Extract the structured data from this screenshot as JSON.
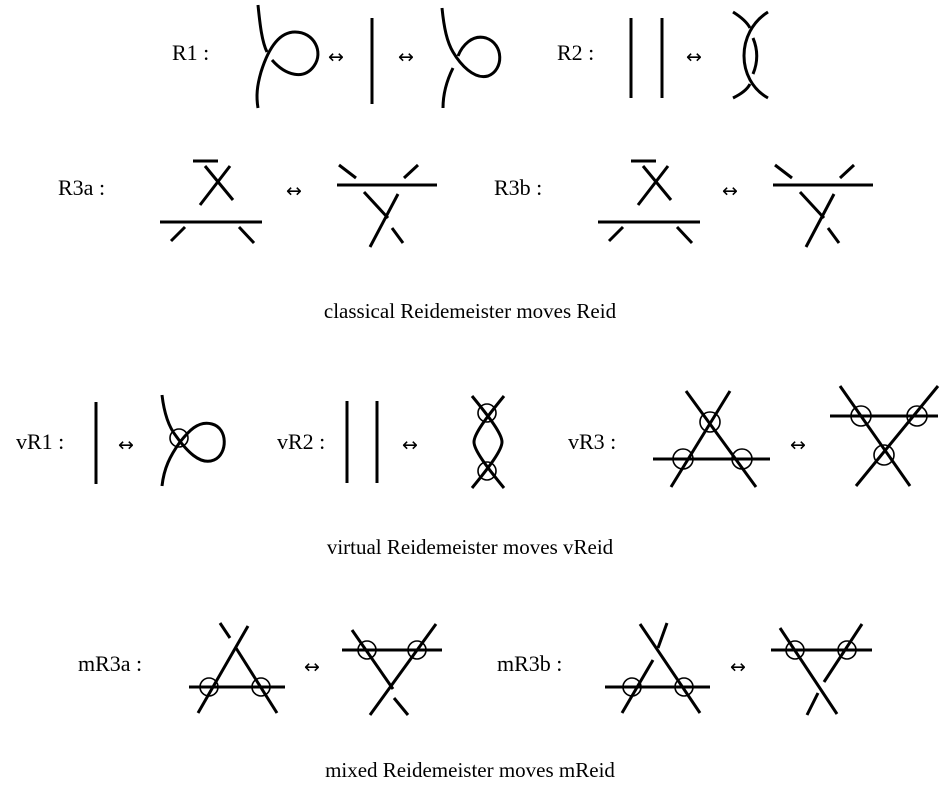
{
  "classical": {
    "r1_label": "R1 :",
    "r2_label": "R2 :",
    "r3a_label": "R3a :",
    "r3b_label": "R3b :",
    "arrow": "↔",
    "caption": "classical Reidemeister moves Reid"
  },
  "virtual": {
    "vr1_label": "vR1 :",
    "vr2_label": "vR2 :",
    "vr3_label": "vR3 :",
    "arrow": "↔",
    "caption": "virtual Reidemeister moves vReid"
  },
  "mixed": {
    "mr3a_label": "mR3a :",
    "mr3b_label": "mR3b :",
    "arrow": "↔",
    "caption": "mixed Reidemeister moves mReid"
  }
}
